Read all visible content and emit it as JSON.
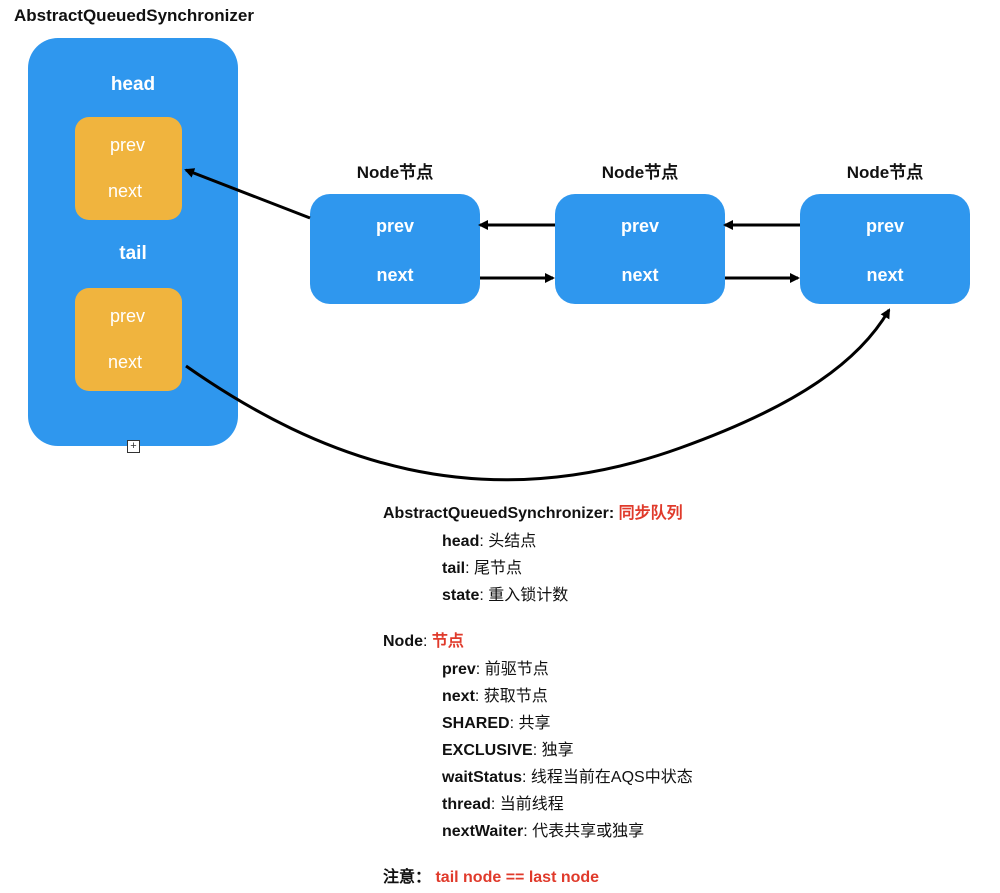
{
  "diagram": {
    "title": "AbstractQueuedSynchronizer",
    "aqs": {
      "head_label": "head",
      "tail_label": "tail",
      "head_ref": {
        "prev": "prev",
        "next": "next"
      },
      "tail_ref": {
        "prev": "prev",
        "next": "next"
      }
    },
    "nodes": [
      {
        "title": "Node节点",
        "prev": "prev",
        "next": "next"
      },
      {
        "title": "Node节点",
        "prev": "prev",
        "next": "next"
      },
      {
        "title": "Node节点",
        "prev": "prev",
        "next": "next"
      }
    ],
    "colors": {
      "container": "#2f97ee",
      "reference": "#f0b43e",
      "accent": "#e03a2b"
    }
  },
  "legend": {
    "aqs_heading": "AbstractQueuedSynchronizer:",
    "aqs_heading_cn": "同步队列",
    "aqs_fields": [
      {
        "key": "head",
        "desc": "头结点"
      },
      {
        "key": "tail",
        "desc": "尾节点"
      },
      {
        "key": "state",
        "desc": "重入锁计数"
      }
    ],
    "node_heading": "Node",
    "node_heading_cn": "节点",
    "node_fields": [
      {
        "key": "prev",
        "desc": "前驱节点"
      },
      {
        "key": "next",
        "desc": "获取节点"
      },
      {
        "key": "SHARED",
        "desc": "共享"
      },
      {
        "key": "EXCLUSIVE",
        "desc": "独享"
      },
      {
        "key": "waitStatus",
        "desc": "线程当前在AQS中状态"
      },
      {
        "key": "thread",
        "desc": "当前线程"
      },
      {
        "key": "nextWaiter",
        "desc": "代表共享或独享"
      }
    ],
    "note_label": "注意：",
    "note_text": "tail node == last node"
  }
}
